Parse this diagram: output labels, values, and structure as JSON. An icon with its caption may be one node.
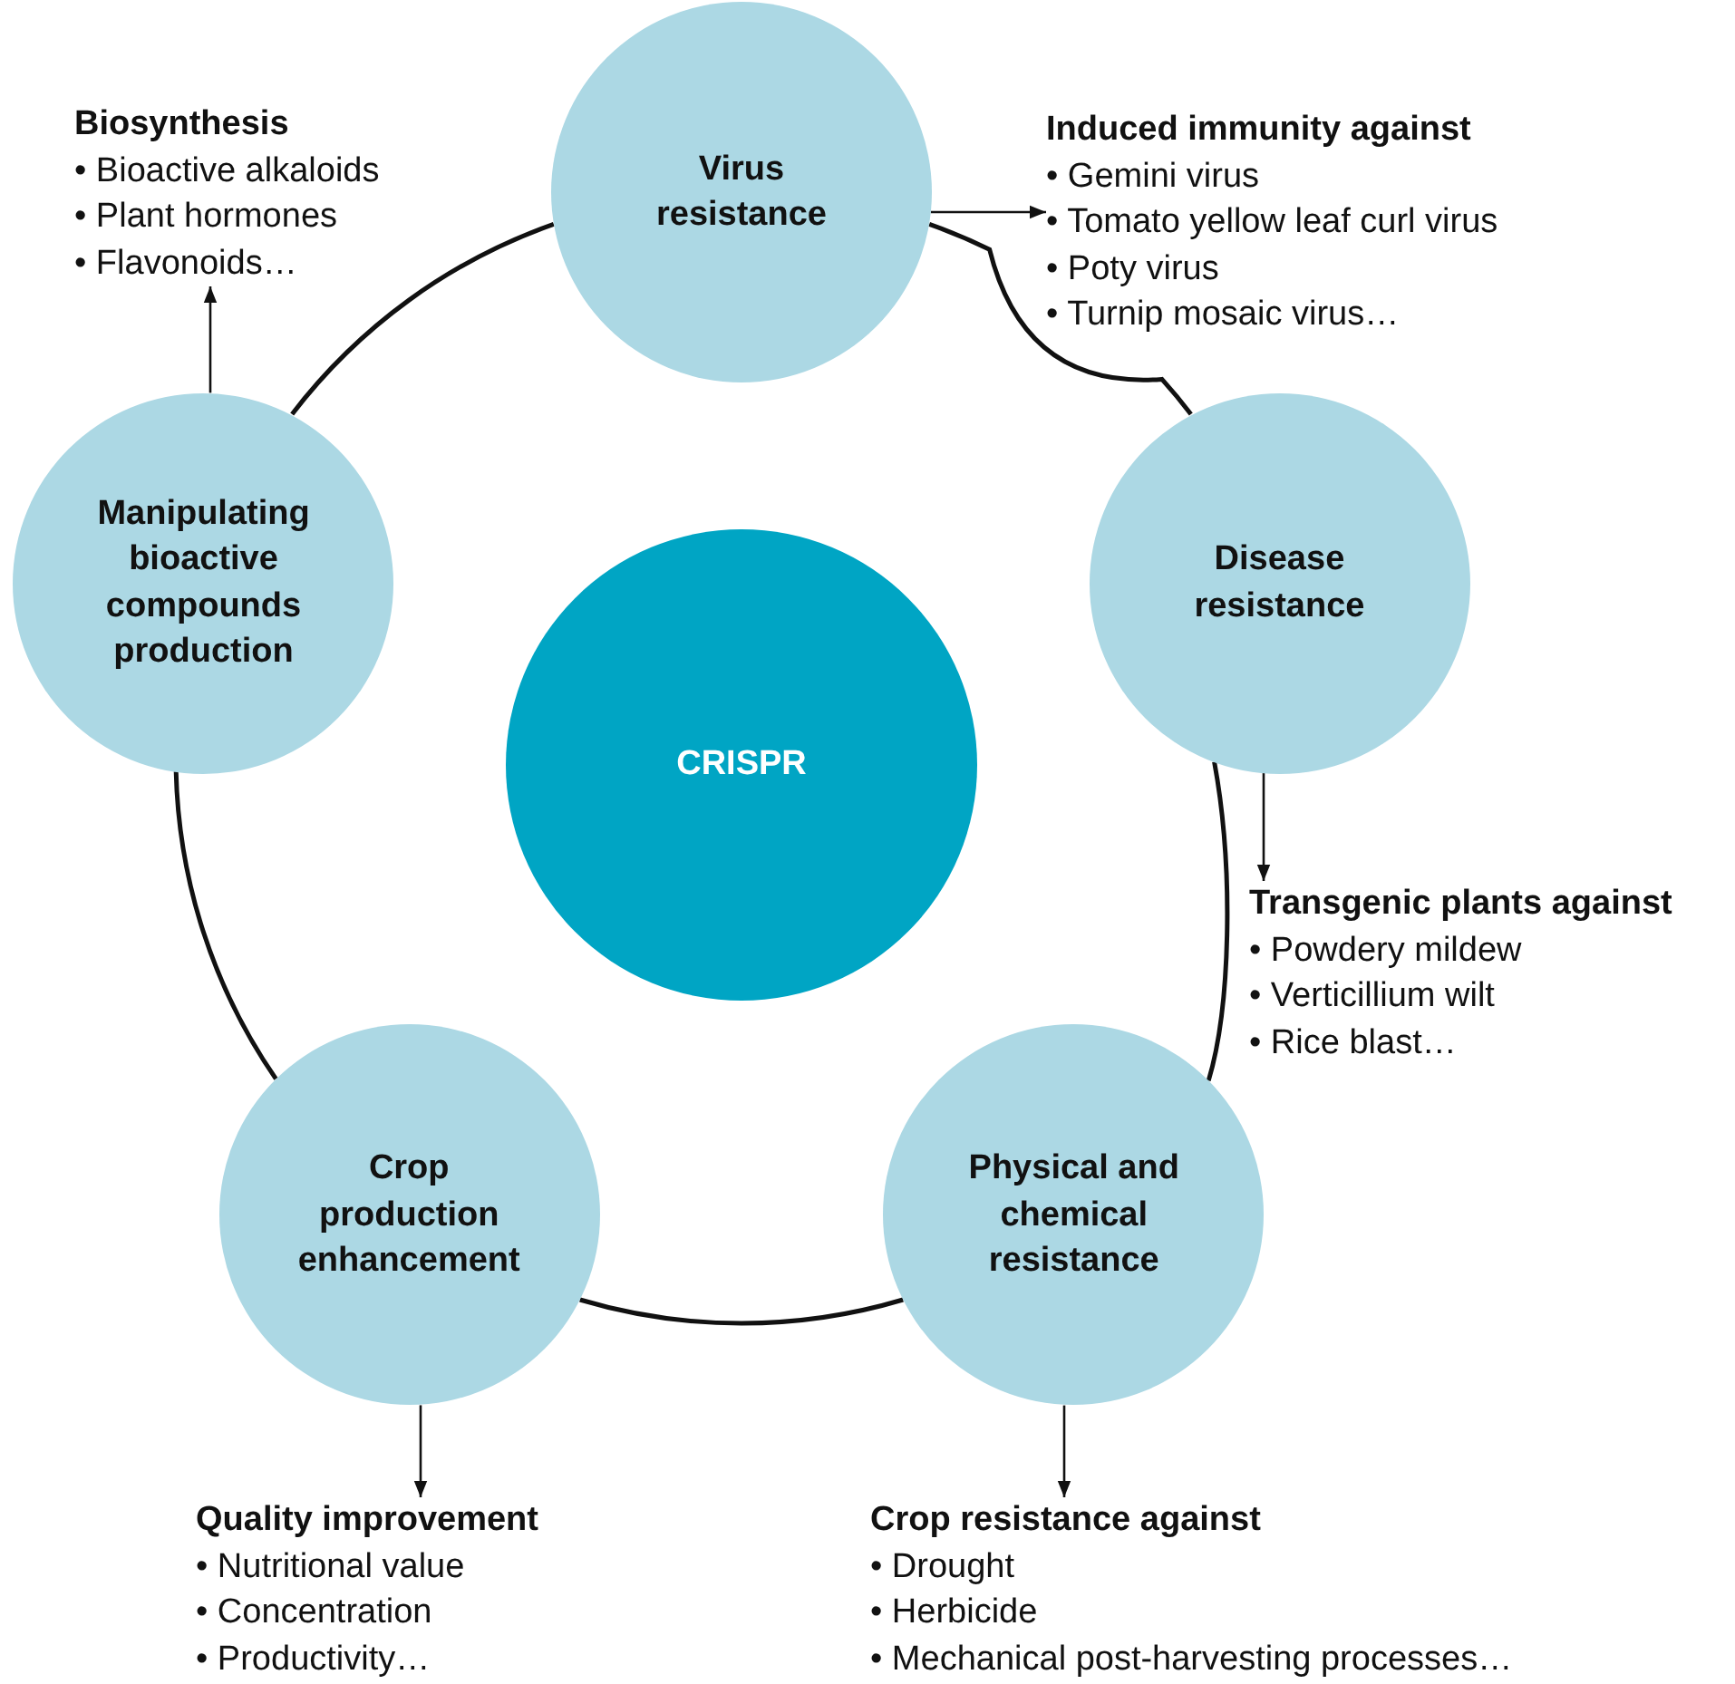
{
  "diagram": {
    "nodes": [
      {
        "text": [
          "Biosynthesis",
          "• Bioactive alkaloids",
          "• Plant hormones",
          "• Flavonoids…"
        ]
      },
      {
        "text": [
          "Virus resistance"
        ]
      },
      {
        "text": [
          "Induced immunity against",
          "• Gemini virus",
          "• Tomato yellow leaf curl virus",
          "• Poty virus",
          "• Turnip mosaic virus…"
        ]
      },
      {
        "text": [
          "Manipulating bioactive compounds production"
        ]
      },
      {
        "text": [
          "CRISPR"
        ]
      },
      {
        "text": [
          "Disease resistance"
        ]
      },
      {
        "text": [
          "Transgenic plants against",
          "• Powdery mildew",
          "• Verticillium wilt",
          "• Rice blast…"
        ]
      },
      {
        "text": [
          "Crop production enhancement"
        ]
      },
      {
        "text": [
          "Physical and chemical resistance"
        ]
      },
      {
        "text": [
          "Quality improvement",
          "• Nutritional value",
          "• Concentration",
          "• Productivity…"
        ]
      },
      {
        "text": [
          "Crop resistance against",
          "• Drought",
          "• Herbicide",
          "• Mechanical post-harvesting processes…"
        ]
      }
    ],
    "edges": [
      {
        "from": 3,
        "to": 0,
        "arrow": "to"
      },
      {
        "from": 1,
        "to": 2,
        "arrow": "to"
      },
      {
        "from": 5,
        "to": 6,
        "arrow": "to"
      },
      {
        "from": 7,
        "to": 9,
        "arrow": "to"
      },
      {
        "from": 8,
        "to": 10,
        "arrow": "to"
      },
      {
        "from": 1,
        "to": 5,
        "arrow": "none"
      },
      {
        "from": 5,
        "to": 8,
        "arrow": "none"
      },
      {
        "from": 8,
        "to": 7,
        "arrow": "none"
      },
      {
        "from": 7,
        "to": 3,
        "arrow": "none"
      },
      {
        "from": 3,
        "to": 1,
        "arrow": "none"
      }
    ]
  }
}
